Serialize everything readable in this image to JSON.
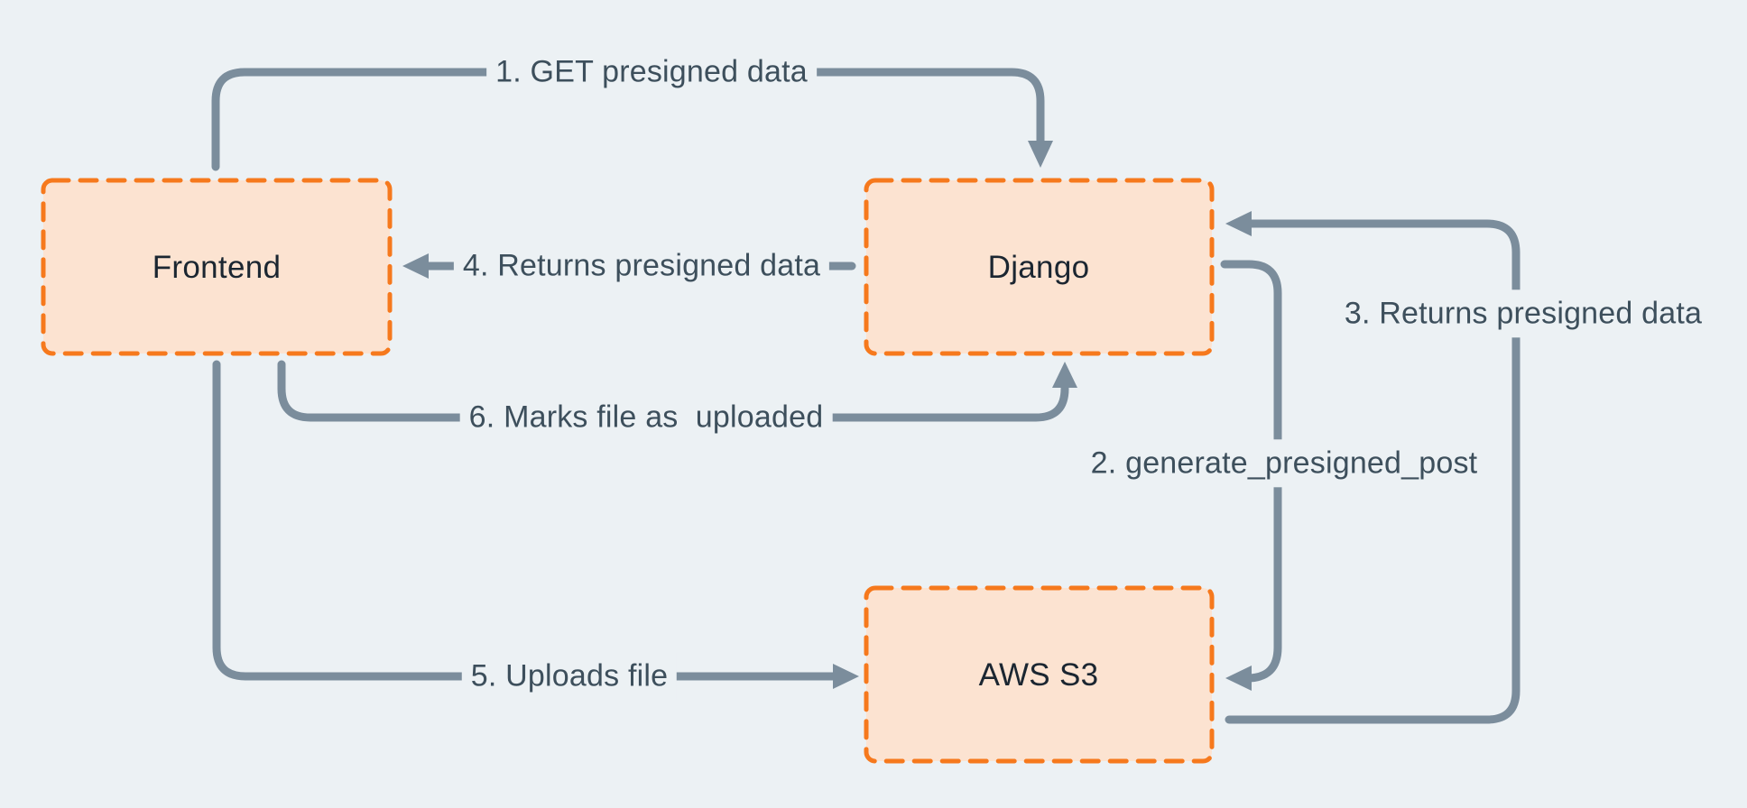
{
  "colors": {
    "canvas_bg": "#ecf1f4",
    "node_fill": "#fce3d1",
    "node_border": "#f6791d",
    "node_label": "#1b2631",
    "arrow": "#7b8d9c",
    "arrow_label": "#3d4f5c"
  },
  "nodes": [
    {
      "id": "frontend",
      "label": "Frontend"
    },
    {
      "id": "django",
      "label": "Django"
    },
    {
      "id": "aws-s3",
      "label": "AWS S3"
    }
  ],
  "edges": [
    {
      "order": 1,
      "label": "1. GET presigned data",
      "from": "Frontend",
      "to": "Django"
    },
    {
      "order": 2,
      "label": "2. generate_presigned_post",
      "from": "Django",
      "to": "AWS S3"
    },
    {
      "order": 3,
      "label": "3. Returns presigned data",
      "from": "AWS S3",
      "to": "Django"
    },
    {
      "order": 4,
      "label": "4. Returns presigned data",
      "from": "Django",
      "to": "Frontend"
    },
    {
      "order": 5,
      "label": "5. Uploads file",
      "from": "Frontend",
      "to": "AWS S3"
    },
    {
      "order": 6,
      "label": "6. Marks file as  uploaded",
      "from": "Frontend",
      "to": "Django"
    }
  ]
}
